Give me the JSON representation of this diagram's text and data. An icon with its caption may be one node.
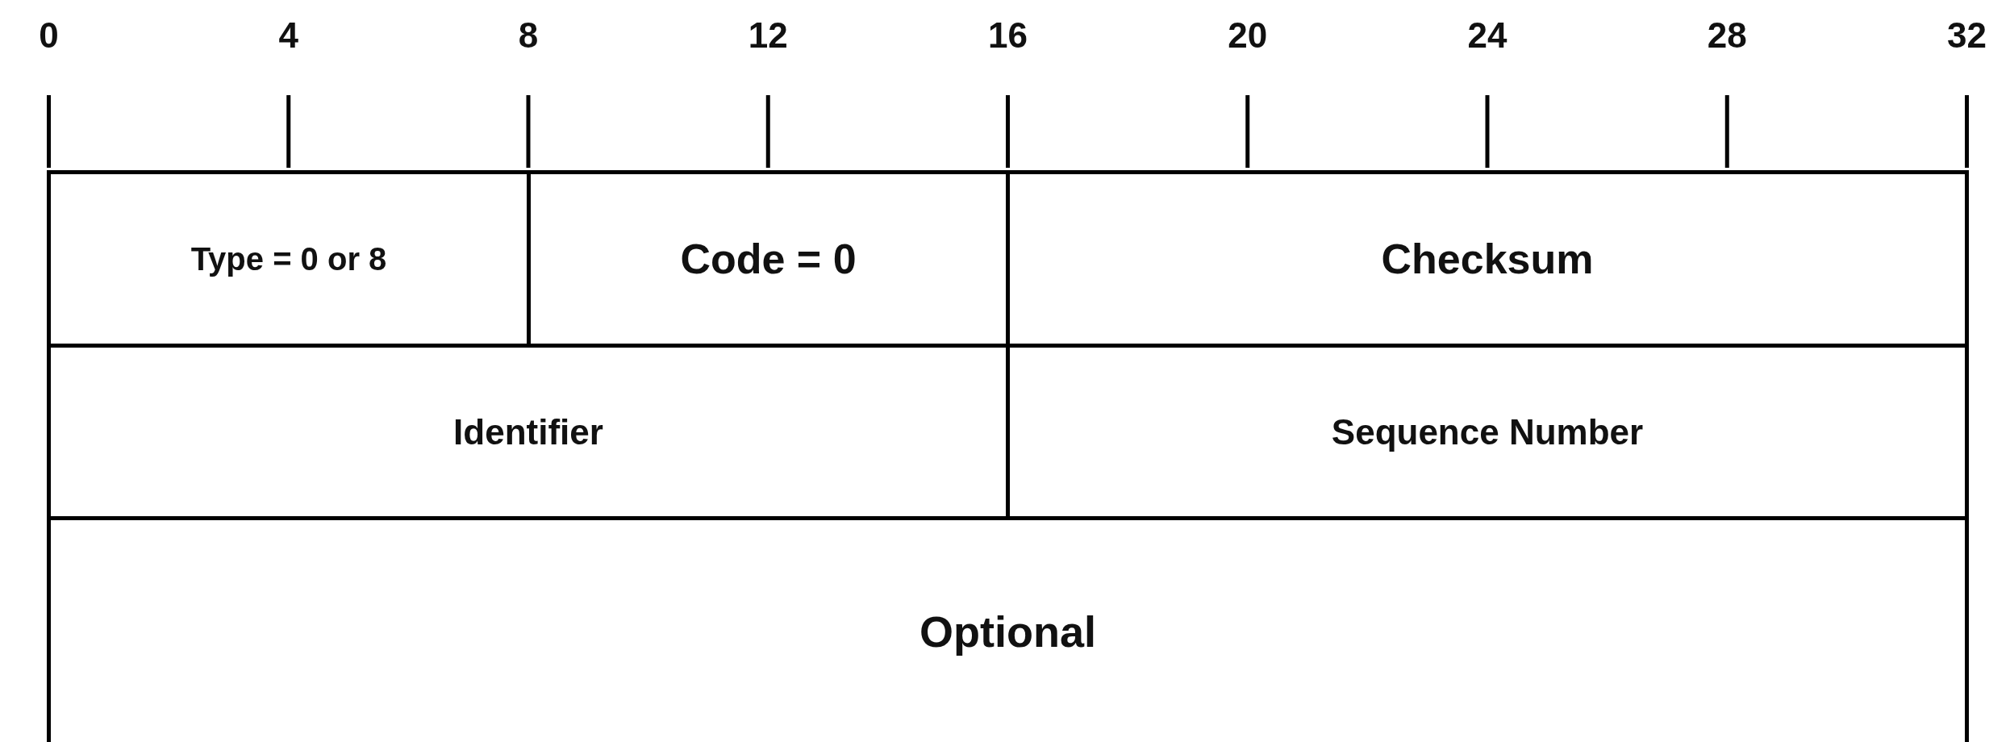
{
  "diagram": {
    "nodes": [
      {
        "text": [
          "Type = 0 or 8"
        ]
      },
      {
        "text": [
          "Code = 0"
        ]
      },
      {
        "text": [
          "Checksum"
        ]
      },
      {
        "text": [
          "Identifier"
        ]
      },
      {
        "text": [
          "Sequence Number"
        ]
      },
      {
        "text": [
          "Optional"
        ]
      }
    ],
    "labels": [
      "0",
      "4",
      "8",
      "12",
      "16",
      "20",
      "24",
      "28",
      "32"
    ]
  }
}
